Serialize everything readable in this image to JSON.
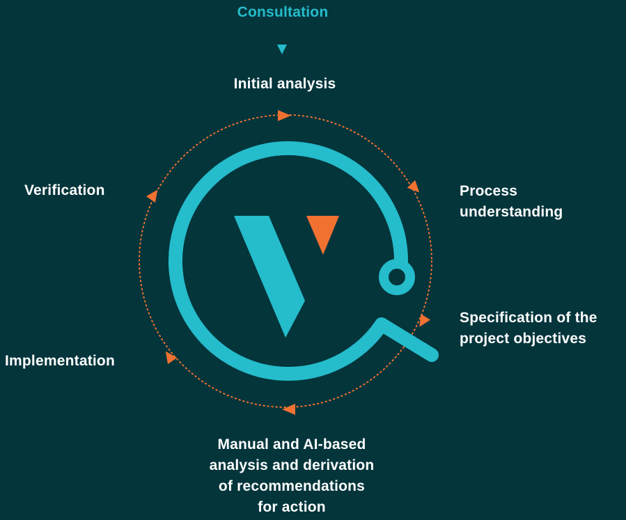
{
  "diagram": {
    "title": "Consultation",
    "steps": [
      {
        "label": "Initial analysis"
      },
      {
        "label": "Process understanding",
        "lines": [
          "Process",
          "understanding"
        ]
      },
      {
        "label": "Specification of the project objectives",
        "lines": [
          "Specification of the",
          "project objectives"
        ]
      },
      {
        "label": "Manual and AI-based analysis and derivation of recommendations for action",
        "lines": [
          "Manual and AI-based",
          "analysis and derivation",
          "of recommendations",
          "for action"
        ]
      },
      {
        "label": "Implementation"
      },
      {
        "label": "Verification"
      }
    ]
  },
  "colors": {
    "background": "#03353b",
    "teal": "#25bccb",
    "orange": "#f07131",
    "text": "#ffffff"
  },
  "icons": {
    "logo": "magnifier-v-logo",
    "direction": "triangle-arrow"
  }
}
